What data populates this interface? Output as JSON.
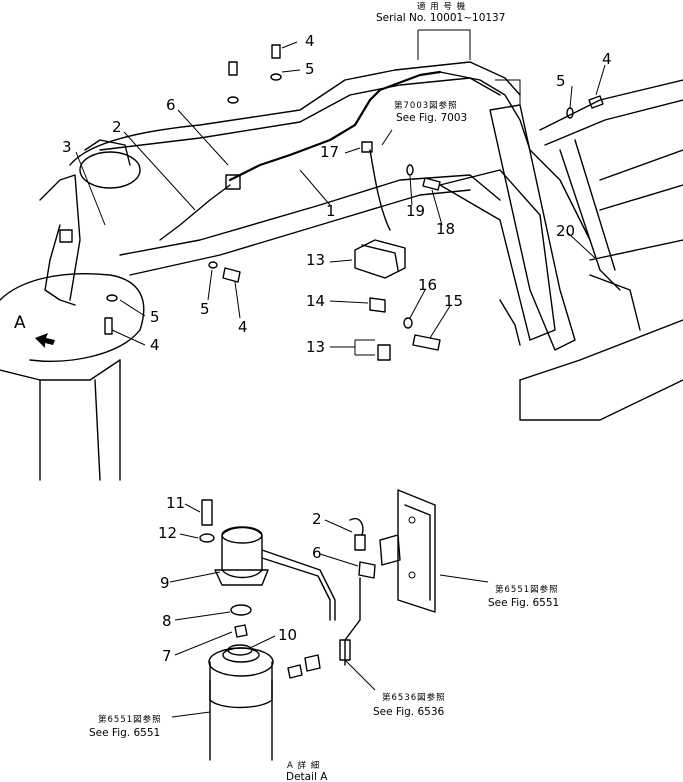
{
  "header": {
    "jp": "適 用 号 機",
    "serial": "Serial No. 10001~10137"
  },
  "refs": {
    "r7003_jp": "第7003図参照",
    "r7003": "See Fig. 7003",
    "r6551a_jp": "第6551図参照",
    "r6551a": "See Fig. 6551",
    "r6551b_jp": "第6551図参照",
    "r6551b": "See Fig. 6551",
    "r6536_jp": "第6536図参照",
    "r6536": "See Fig. 6536"
  },
  "detail": {
    "marker": "A",
    "jp": "A 詳 細",
    "label": "Detail A"
  },
  "callouts": {
    "c1": "1",
    "c2a": "2",
    "c3": "3",
    "c4a": "4",
    "c4b": "4",
    "c4c": "4",
    "c4d": "4",
    "c5a": "5",
    "c5b": "5",
    "c5c": "5",
    "c5d": "5",
    "c6a": "6",
    "c13a": "13",
    "c13b": "13",
    "c14": "14",
    "c15": "15",
    "c16": "16",
    "c17": "17",
    "c18": "18",
    "c19": "19",
    "c20": "20",
    "c11": "11",
    "c12": "12",
    "c9": "9",
    "c8": "8",
    "c7": "7",
    "c10": "10",
    "c2b": "2",
    "c6b": "6"
  }
}
